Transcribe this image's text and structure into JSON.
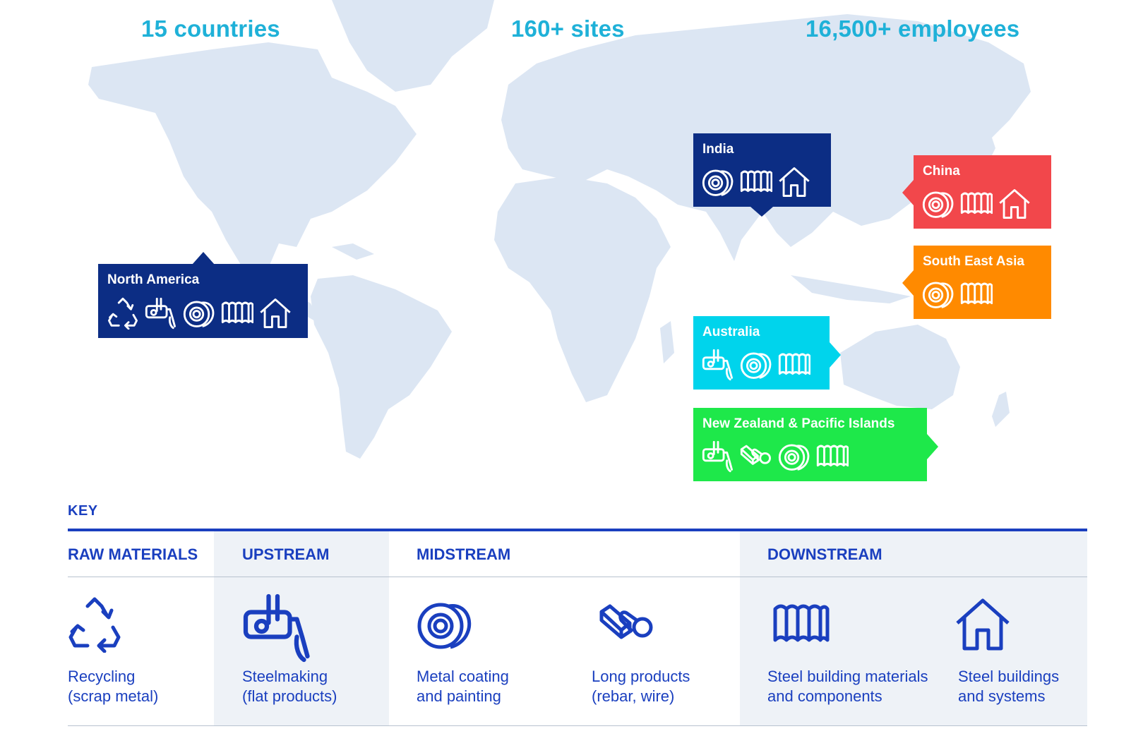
{
  "stats": {
    "countries": "15 countries",
    "sites": "160+ sites",
    "employees": "16,500+ employees"
  },
  "colors": {
    "map_land": "#dce6f3",
    "stat_text": "#1fb1d8",
    "north_america": "#0c2d84",
    "india": "#0c2d84",
    "china": "#f2474b",
    "south_east_asia": "#ff8a00",
    "australia": "#00d4ec",
    "new_zealand": "#1ee84a",
    "key_blue": "#1a3fbf",
    "key_shade": "#eef2f7"
  },
  "regions": {
    "north_america": {
      "name": "North America",
      "icons": [
        "recycle-icon",
        "steelmaking-icon",
        "coil-icon",
        "roofing-icon",
        "house-icon"
      ]
    },
    "india": {
      "name": "India",
      "icons": [
        "coil-icon",
        "roofing-icon",
        "house-icon"
      ]
    },
    "china": {
      "name": "China",
      "icons": [
        "coil-icon",
        "roofing-icon",
        "house-icon"
      ]
    },
    "south_east_asia": {
      "name": "South East Asia",
      "icons": [
        "coil-icon",
        "roofing-icon"
      ]
    },
    "australia": {
      "name": "Australia",
      "icons": [
        "steelmaking-icon",
        "coil-icon",
        "roofing-icon"
      ]
    },
    "new_zealand": {
      "name": "New Zealand & Pacific Islands",
      "icons": [
        "steelmaking-icon",
        "long-products-icon",
        "coil-icon",
        "roofing-icon"
      ]
    }
  },
  "key": {
    "title": "KEY",
    "groups": {
      "raw": "RAW MATERIALS",
      "upstream": "UPSTREAM",
      "midstream": "MIDSTREAM",
      "downstream": "DOWNSTREAM"
    },
    "items": [
      {
        "icon": "recycle-icon",
        "line1": "Recycling",
        "line2": "(scrap metal)"
      },
      {
        "icon": "steelmaking-icon",
        "line1": "Steelmaking",
        "line2": "(flat products)"
      },
      {
        "icon": "coil-icon",
        "line1": "Metal coating",
        "line2": "and painting"
      },
      {
        "icon": "long-products-icon",
        "line1": "Long products",
        "line2": "(rebar, wire)"
      },
      {
        "icon": "roofing-icon",
        "line1": "Steel building materials",
        "line2": "and components"
      },
      {
        "icon": "house-icon",
        "line1": "Steel buildings",
        "line2": "and systems"
      }
    ]
  }
}
